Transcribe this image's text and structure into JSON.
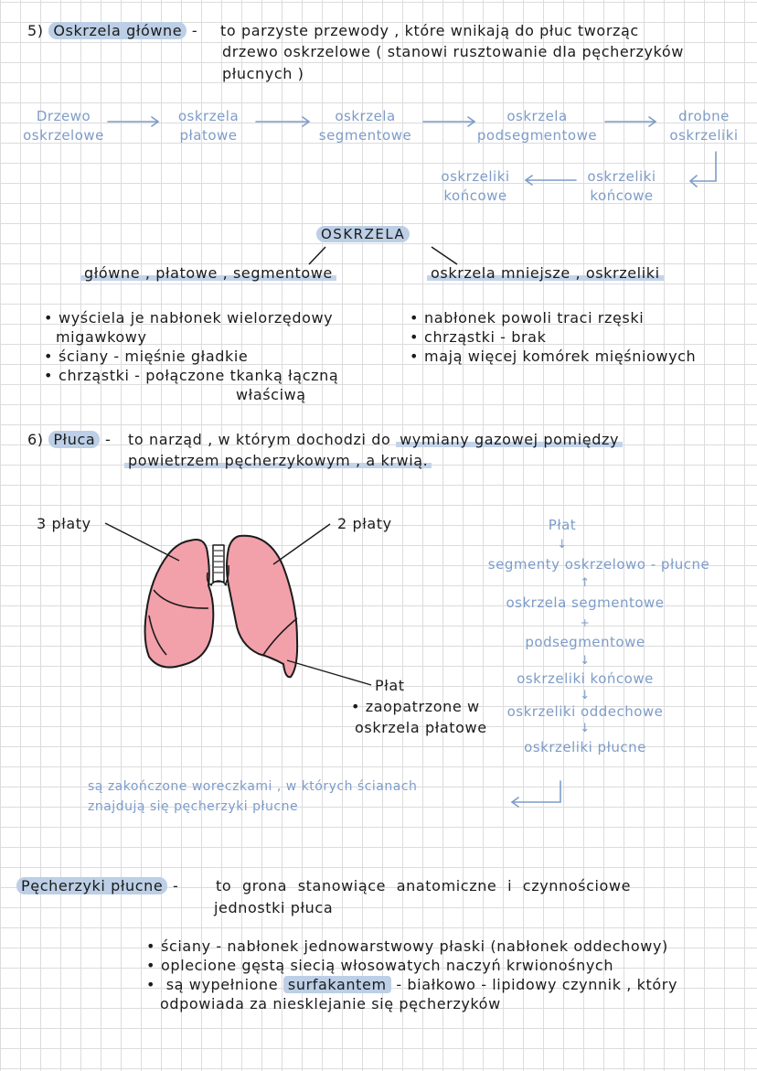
{
  "section5": {
    "number": "5)",
    "term": "Oskrzela główne",
    "dash": "-",
    "def_line1": "to parzyste przewody , które wnikają do płuc tworząc",
    "def_line2": "drzewo oskrzelowe ( stanowi rusztowanie dla pęcherzyków",
    "def_line3": "płucnych )"
  },
  "tree_flow": {
    "row1": [
      {
        "line1": "Drzewo",
        "line2": "oskrzelowe"
      },
      {
        "line1": "oskrzela",
        "line2": "płatowe"
      },
      {
        "line1": "oskrzela",
        "line2": "segmentowe"
      },
      {
        "line1": "oskrzela",
        "line2": "podsegmentowe"
      },
      {
        "line1": "drobne",
        "line2": "oskrzeliki"
      }
    ],
    "row2": [
      {
        "line1": "oskrzeliki",
        "line2": "końcowe"
      },
      {
        "line1": "oskrzeliki",
        "line2": "końcowe"
      }
    ]
  },
  "bronchi_diagram": {
    "title": "OSKRZELA",
    "left_branch": {
      "label": "główne , płatowe , segmentowe",
      "bullets": [
        "wyściela je nabłonek wielorzędowy",
        "migawkowy",
        "ściany - mięśnie gładkie",
        "chrząstki - połączone tkanką łączną",
        "właściwą"
      ]
    },
    "right_branch": {
      "label": "oskrzela mniejsze , oskrzeliki",
      "bullets": [
        "nabłonek powoli traci rzęski",
        "chrząstki - brak",
        "mają więcej komórek mięśniowych"
      ]
    }
  },
  "section6": {
    "number": "6)",
    "term": "Płuca",
    "dash": "-",
    "def_line1_a": "to narząd , w którym dochodzi do",
    "def_line1_b": "wymiany gazowej pomiędzy",
    "def_line2": "powietrzem pęcherzykowym , a krwią."
  },
  "lungs_figure": {
    "label_right_lung": "3 płaty",
    "label_left_lung": "2 płaty",
    "label_lobe": "Płat",
    "label_lobe_note1": "• zaopatrzone w",
    "label_lobe_note2": "oskrzela płatowe",
    "lung_fill": "#f2a0aa",
    "outline": "#1b1b1b"
  },
  "lobe_flow": {
    "items": [
      "Płat",
      "↓",
      "segmenty oskrzelowo - płucne",
      "↑",
      "oskrzela segmentowe",
      "+",
      "podsegmentowe",
      "↓",
      "oskrzeliki końcowe",
      "↓",
      "oskrzeliki oddechowe",
      "↓",
      "oskrzeliki płucne"
    ],
    "note_line1": "są zakończone woreczkami , w których ścianach",
    "note_line2": "znajdują się pęcherzyki płucne"
  },
  "alveoli": {
    "term": "Pęcherzyki płucne",
    "dash": "-",
    "def_line1": "to grona stanowiące anatomiczne i czynnościowe",
    "def_line2": "jednostki płuca",
    "bullets": [
      "ściany - nabłonek jednowarstwowy płaski (nabłonek oddechowy)",
      "oplecione gęstą siecią włosowatych naczyń krwionośnych"
    ],
    "bullet3_a": "są wypełnione",
    "bullet3_highlight": "surfakantem",
    "bullet3_b": "- białkowo - lipidowy czynnik , który",
    "bullet3_line2": "odpowiada za niesklejanie się pęcherzyków"
  },
  "colors": {
    "ink": "#1b1b1b",
    "blue_ink": "#7d9cc8",
    "highlight": "#bccfe6",
    "grid": "#dcdcdc"
  }
}
